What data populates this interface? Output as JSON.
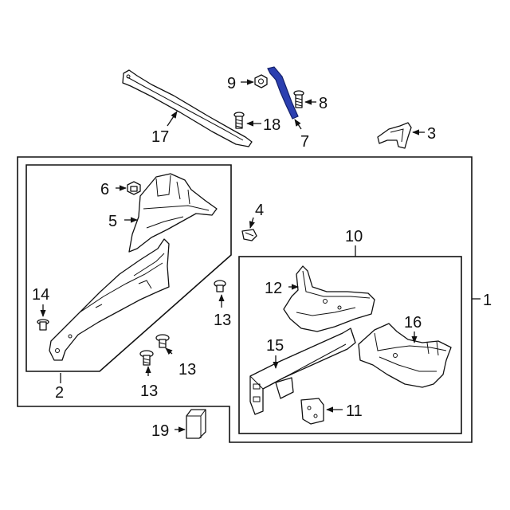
{
  "callouts": {
    "c1": "1",
    "c2": "2",
    "c3": "3",
    "c4": "4",
    "c5": "5",
    "c6": "6",
    "c7": "7",
    "c8": "8",
    "c9": "9",
    "c10": "10",
    "c11": "11",
    "c12": "12",
    "c13a": "13",
    "c13b": "13",
    "c13c": "13",
    "c14": "14",
    "c15": "15",
    "c16": "16",
    "c17": "17",
    "c18": "18",
    "c19": "19"
  },
  "colors": {
    "highlight": "#2b3fb0",
    "line": "#111111",
    "background": "#ffffff"
  }
}
